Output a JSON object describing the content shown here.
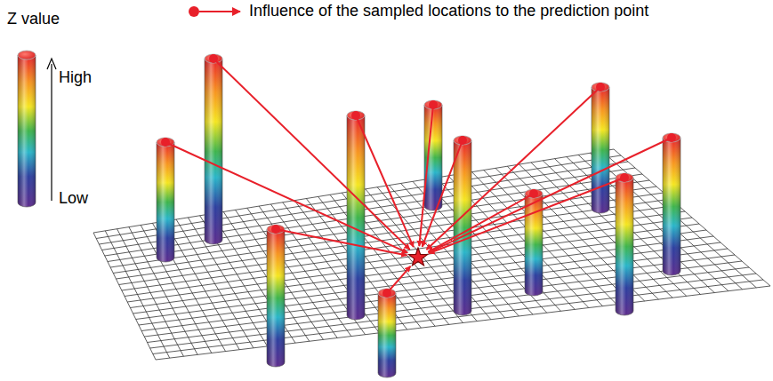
{
  "diagram": {
    "labels": [
      "Z value",
      "High",
      "Low"
    ],
    "legend": [
      {
        "text": "Influence of the sampled locations to the prediction point"
      }
    ]
  }
}
